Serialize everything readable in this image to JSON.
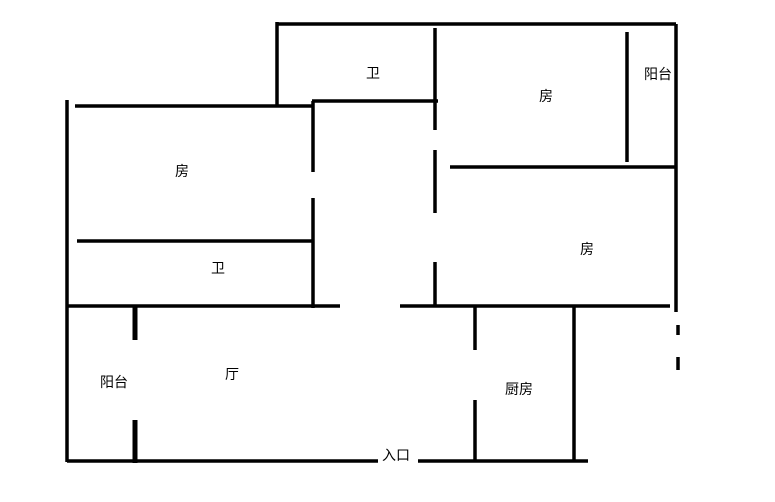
{
  "rooms": {
    "bathroom_top": "卫",
    "bedroom_top_right": "房",
    "balcony_top_right": "阳台",
    "bedroom_left": "房",
    "bedroom_right": "房",
    "bathroom_left": "卫",
    "living_room": "厅",
    "balcony_left": "阳台",
    "kitchen": "厨房"
  },
  "entrance": "入口",
  "colors": {
    "wall": "#000000",
    "background": "#ffffff"
  }
}
